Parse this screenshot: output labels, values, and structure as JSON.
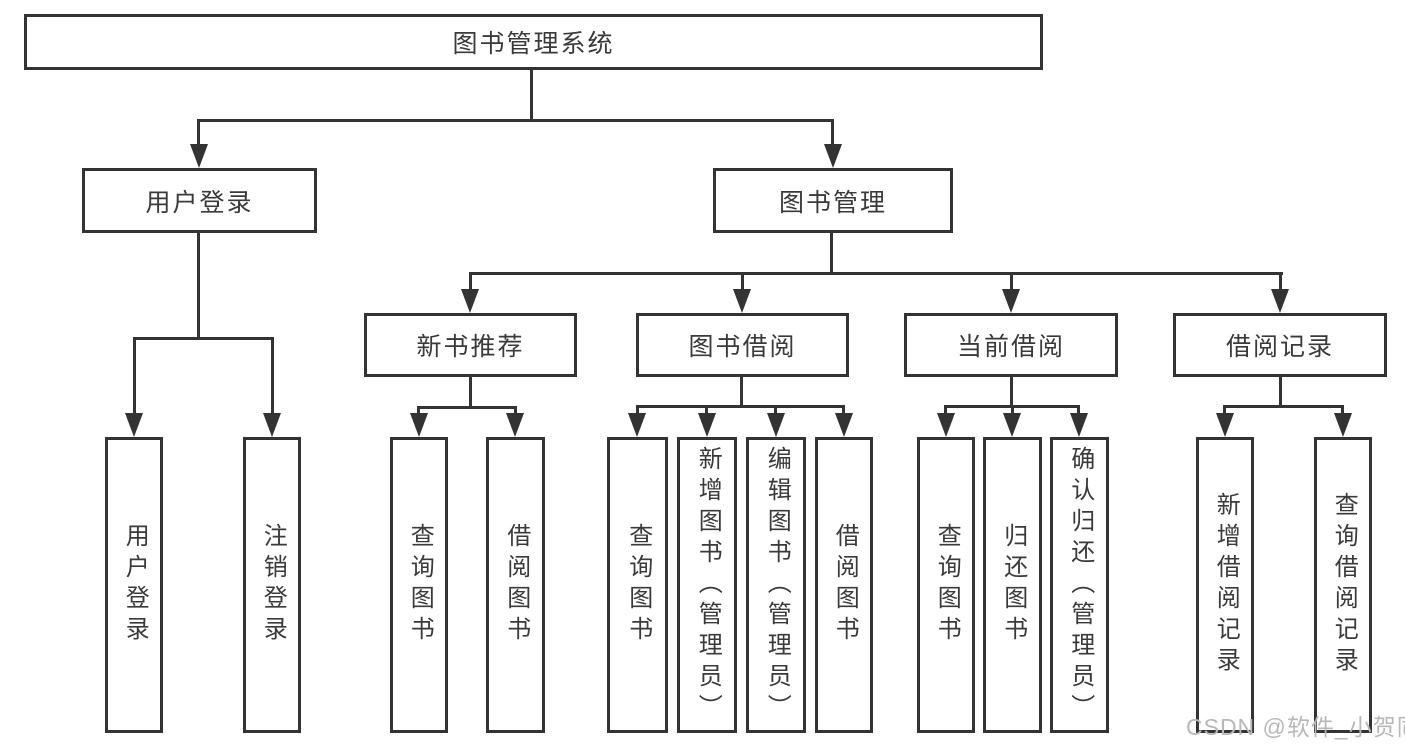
{
  "diagram": {
    "root": {
      "label": "图书管理系统"
    },
    "branches": [
      {
        "label": "用户登录",
        "children": [
          "用户登录",
          "注销登录"
        ]
      },
      {
        "label": "图书管理"
      }
    ],
    "modules": [
      {
        "label": "新书推荐",
        "children": [
          "查询图书",
          "借阅图书"
        ]
      },
      {
        "label": "图书借阅",
        "children": [
          "查询图书",
          "新增图书（管理员）",
          "编辑图书（管理员）",
          "借阅图书"
        ]
      },
      {
        "label": "当前借阅",
        "children": [
          "查询图书",
          "归还图书",
          "确认归还（管理员）"
        ]
      },
      {
        "label": "借阅记录",
        "children": [
          "新增借阅记录",
          "查询借阅记录"
        ]
      }
    ]
  },
  "watermark": {
    "text": "CSDN @软件_小贺同学"
  },
  "colors": {
    "line": "#333333",
    "text": "#3a3a3a",
    "background": "#ffffff",
    "watermark": "#b8b8b8"
  }
}
